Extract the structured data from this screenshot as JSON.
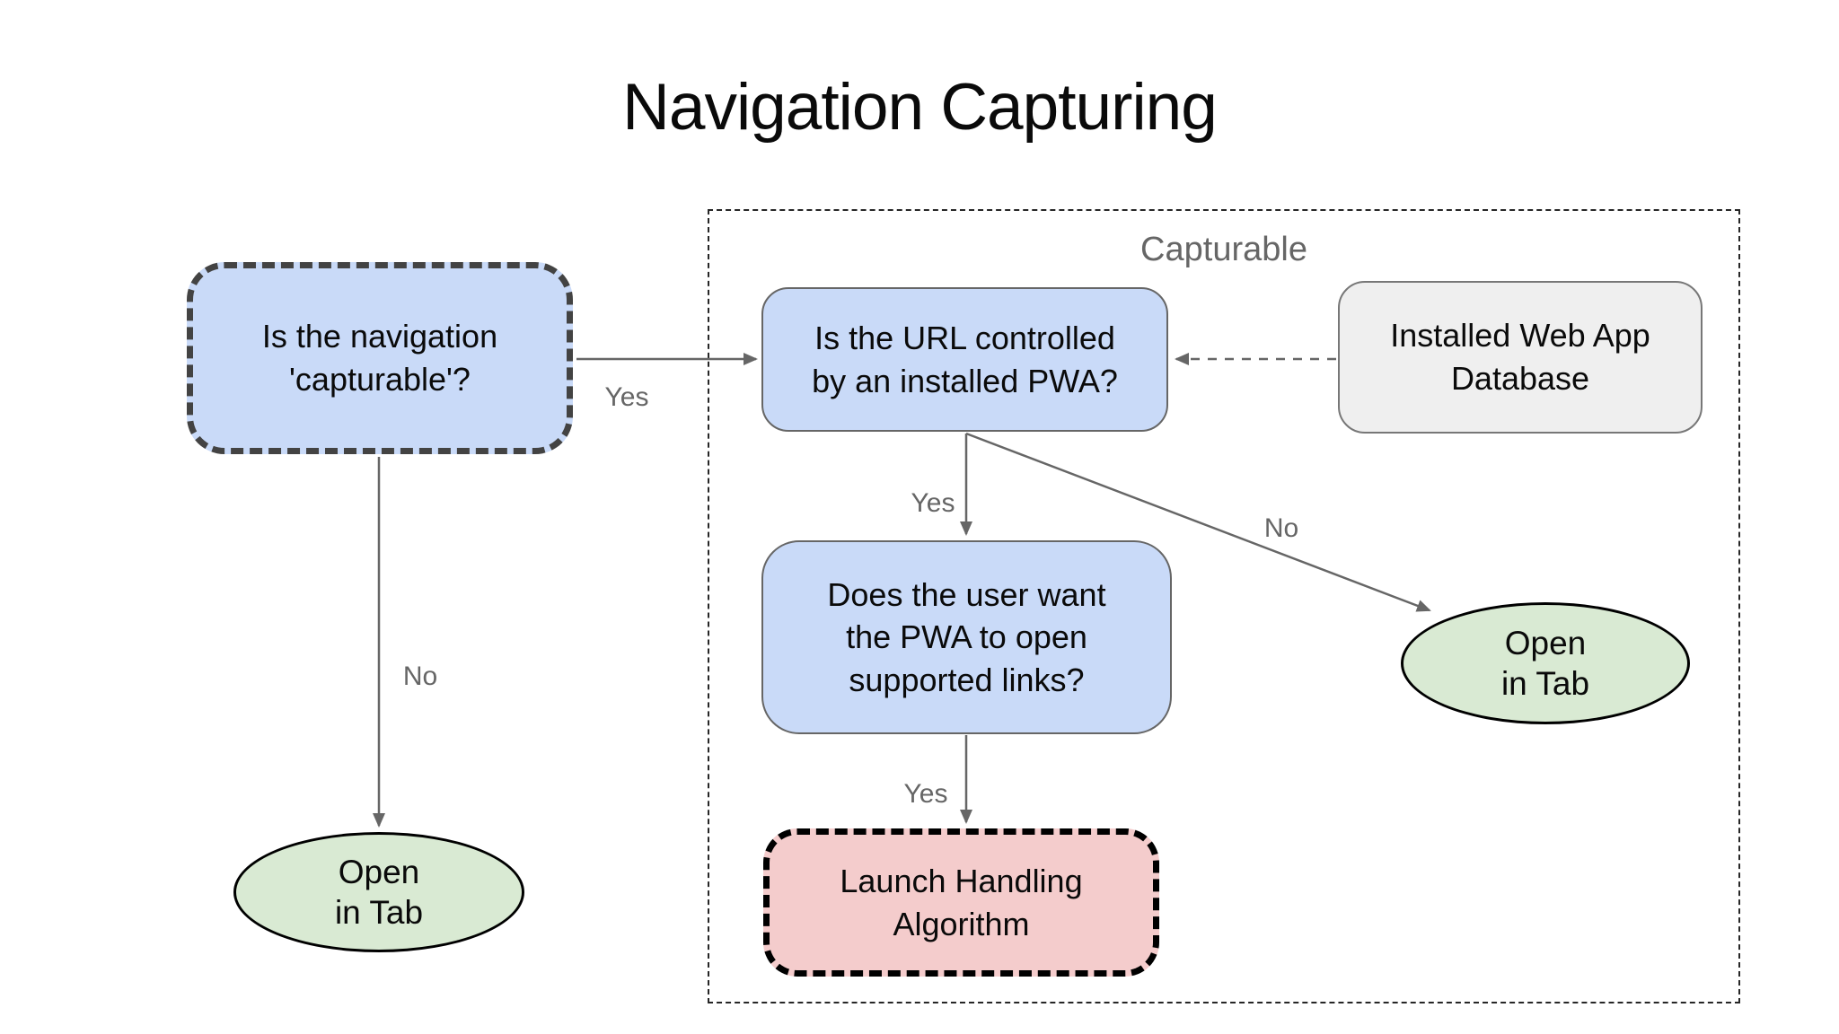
{
  "title": "Navigation Capturing",
  "diagram": {
    "group_label": "Capturable",
    "nodes": {
      "is_navigation_capturable": {
        "type": "decision",
        "lines": [
          "Is the navigation",
          "'capturable'?"
        ]
      },
      "is_url_controlled": {
        "type": "decision",
        "lines": [
          "Is the URL controlled",
          "by an installed PWA?"
        ]
      },
      "installed_web_app_database": {
        "type": "data",
        "lines": [
          "Installed Web App",
          "Database"
        ]
      },
      "does_user_want_open": {
        "type": "decision",
        "lines": [
          "Does the user want",
          "the PWA to open",
          "supported links?"
        ]
      },
      "launch_handling_algorithm": {
        "type": "process",
        "lines": [
          "Launch Handling",
          "Algorithm"
        ]
      },
      "open_in_tab_left": {
        "type": "terminal",
        "lines": [
          "Open",
          "in Tab"
        ]
      },
      "open_in_tab_right": {
        "type": "terminal",
        "lines": [
          "Open",
          "in Tab"
        ]
      }
    },
    "edges": {
      "capturable_yes": "Yes",
      "capturable_no": "No",
      "url_controlled_yes": "Yes",
      "url_controlled_no": "No",
      "supported_links_yes": "Yes"
    },
    "colors": {
      "decision_fill": "#c9daf8",
      "terminal_fill": "#d9ead3",
      "process_fill": "#f4cccc",
      "data_fill": "#efefef",
      "edge_stroke": "#666666",
      "edge_label": "#666666",
      "group_label": "#666666",
      "dark_dash_border": "#434343",
      "black_border": "#000000",
      "text": "#0a0a0a"
    }
  }
}
